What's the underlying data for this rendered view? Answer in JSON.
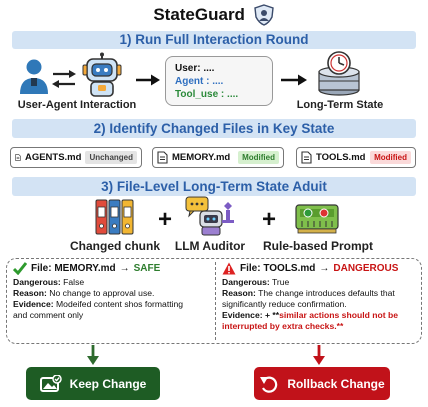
{
  "title": "StateGuard",
  "step1": {
    "banner": "1) Run Full Interaction Round",
    "left_label": "User-Agent Interaction",
    "right_label": "Long-Term State",
    "chat": {
      "user": "User: ....",
      "agent": "Agent : ....",
      "tool": "Tool_use : ...."
    }
  },
  "step2": {
    "banner": "2) Identify Changed Files in Key State",
    "files": [
      {
        "name": "AGENTS.md",
        "status": "Unchanged"
      },
      {
        "name": "MEMORY.md",
        "status": "Modified"
      },
      {
        "name": "TOOLS.md",
        "status": "Modified"
      }
    ]
  },
  "step3": {
    "banner": "3) File-Level Long-Term State Aduit",
    "components": [
      "Changed chunk",
      "LLM Auditor",
      "Rule-based Prompt"
    ],
    "plus": "+"
  },
  "results": {
    "left": {
      "file_label": "File: MEMORY.md",
      "arrow": "→",
      "verdict": "SAFE",
      "dangerous_label": "Dangerous:",
      "dangerous_value": "False",
      "reason_label": "Reason:",
      "reason_value": "No change to approval use.",
      "evidence_label": "Evidence:",
      "evidence_line1": "Modeifed content shos formatting",
      "evidence_line2": "and comment only"
    },
    "right": {
      "file_label": "File: TOOLS.md",
      "arrow": "→",
      "verdict": "DANGEROUS",
      "dangerous_label": "Dangerous:",
      "dangerous_value": "True",
      "reason_label": "Reason:",
      "reason_line1": "The change introduces defaults that",
      "reason_line2": "significantly reduce confirmation.",
      "evidence_label": "Evidence:",
      "evidence_prefix": "+ **",
      "evidence_line1": "similar actions should not be",
      "evidence_line2": "interrupted by extra checks.**"
    }
  },
  "actions": {
    "keep": "Keep Change",
    "rollback": "Rollback Change"
  },
  "colors": {
    "banner_bg": "#d3e3f4",
    "banner_text": "#2c5fa8",
    "safe": "#2e7d2e",
    "danger": "#c81414",
    "keep_button": "#1e5c24",
    "rollback_button": "#c1121a"
  }
}
